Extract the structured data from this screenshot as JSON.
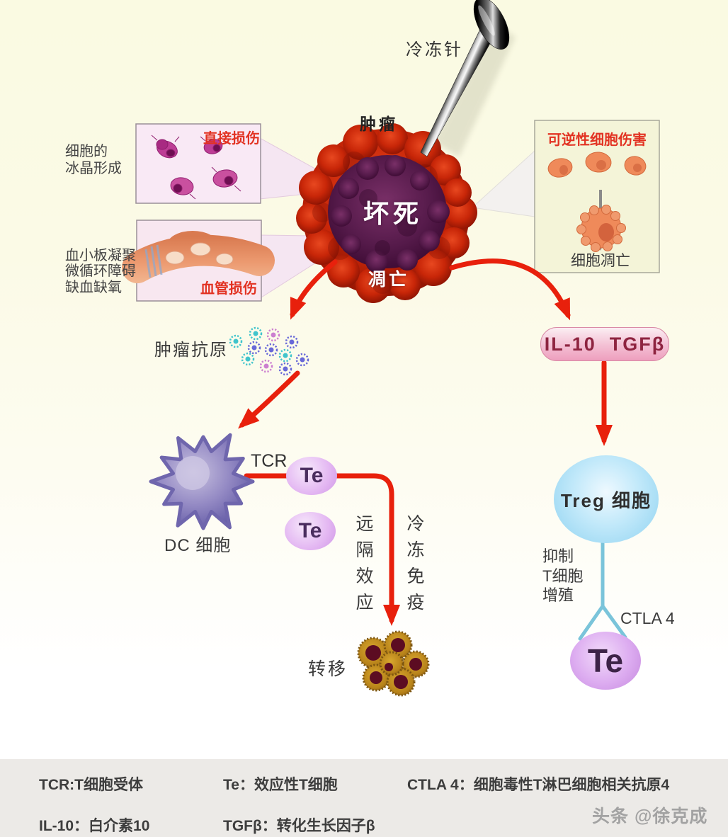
{
  "labels": {
    "needle": "冷冻针",
    "tumor": "肿瘤",
    "necrosis": "坏死",
    "apoptosis": "凋亡",
    "box1_title": "直接损伤",
    "box1_side": "细胞的\n冰晶形成",
    "box2_title": "血管损伤",
    "box2_side": "血小板凝聚\n微循环障碍\n缺血缺氧",
    "rbox_title": "可逆性细胞伤害",
    "rbox_bottom": "细胞凋亡",
    "antigen": "肿瘤抗原",
    "tcr": "TCR",
    "dc": "DC 细胞",
    "te": "Te",
    "abscopal": "远隔效应",
    "cryo_immunity": "冷冻免疫",
    "metastasis": "转移",
    "pill": "IL-10  TGFβ",
    "treg": "Treg 细胞",
    "inhibit": "抑制\nT细胞\n增殖",
    "ctla4": "CTLA 4"
  },
  "legend": {
    "row1": [
      "TCR:T细胞受体",
      "Te：效应性T细胞",
      "CTLA 4：细胞毒性T淋巴细胞相关抗原4"
    ],
    "row2": [
      "IL-10：白介素10",
      "TGFβ：转化生长因子β"
    ]
  },
  "watermark": "头条 @徐克成",
  "colors": {
    "arrow_red": "#e8200c",
    "title_red": "#e23222",
    "treg_blue": "#8ed2f0",
    "te_purple": "#dcabf0",
    "pill_pink": "#ee9fbe",
    "antigen_cyan": "#3fc4cc",
    "antigen_violet": "#6868d8",
    "antigen_pink": "#cc7fd0",
    "tumor_red": "#c82608",
    "necrosis_purple": "#551a4a"
  }
}
